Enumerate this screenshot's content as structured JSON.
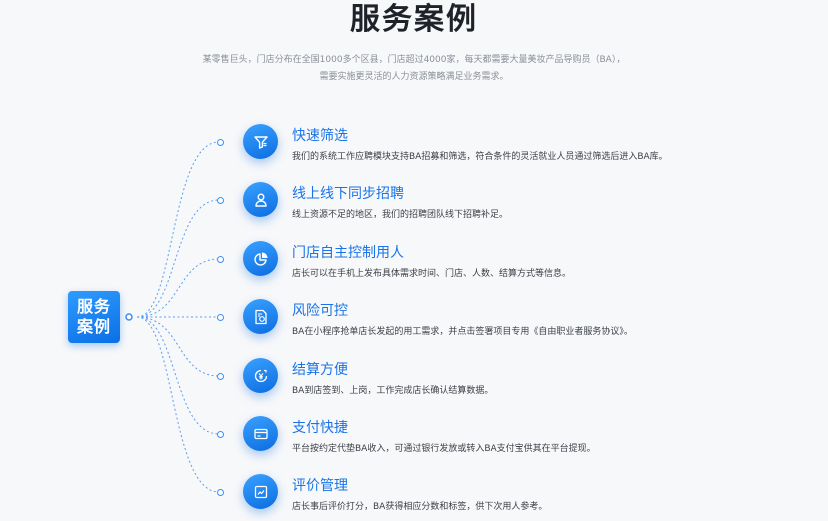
{
  "header": {
    "title": "服务案例",
    "subtitle": "某零售巨头，门店分布在全国1000多个区县，门店超过4000家，每天都需要大量美妆产品导购员（BA），需要实施更灵活的人力资源策略满足业务需求。"
  },
  "badge": {
    "label": "服务案例"
  },
  "colors": {
    "accent": "#1a73e8",
    "circle": "#2f8ff2",
    "line": "#3d8ef5"
  },
  "items": [
    {
      "icon": "funnel-icon",
      "title": "快速筛选",
      "desc": "我们的系统工作应聘模块支持BA招募和筛选，符合条件的灵活就业人员通过筛选后进入BA库。"
    },
    {
      "icon": "user-icon",
      "title": "线上线下同步招聘",
      "desc": "线上资源不足的地区，我们的招聘团队线下招聘补足。"
    },
    {
      "icon": "pie-chart-icon",
      "title": "门店自主控制用人",
      "desc": "店长可以在手机上发布具体需求时间、门店、人数、结算方式等信息。"
    },
    {
      "icon": "document-gear-icon",
      "title": "风险可控",
      "desc": "BA在小程序抢单店长发起的用工需求，并点击签署项目专用《自由职业者服务协议》。"
    },
    {
      "icon": "yen-coin-icon",
      "title": "结算方便",
      "desc": "BA到店签到、上岗，工作完成店长确认结算数据。"
    },
    {
      "icon": "card-icon",
      "title": "支付快捷",
      "desc": "平台按约定代垫BA收入，可通过银行发放或转入BA支付宝供其在平台提现。"
    },
    {
      "icon": "rating-icon",
      "title": "评价管理",
      "desc": "店长事后评价打分，BA获得相应分数和标签，供下次用人参考。"
    }
  ]
}
